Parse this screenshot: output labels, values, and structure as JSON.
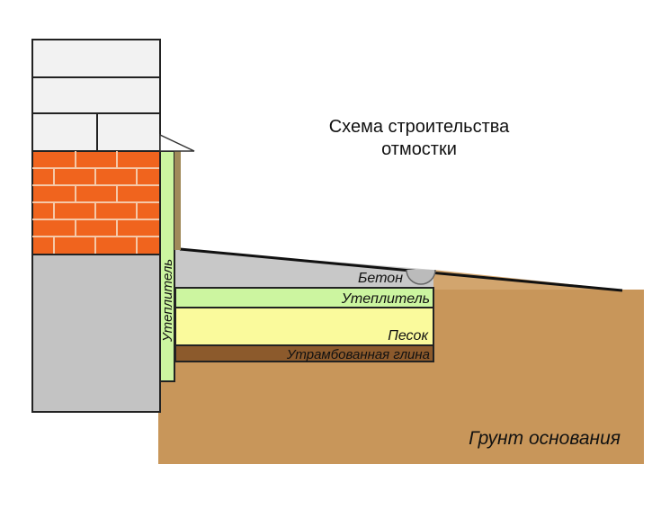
{
  "title_line1": "Схема строительства",
  "title_line2": "отмостки",
  "labels": {
    "concrete": "Бетон",
    "insulation_horizontal": "Утеплитель",
    "sand": "Песок",
    "clay": "Утрамбованная глина",
    "insulation_vertical": "Утеплитель",
    "ground": "Грунт основания"
  },
  "colors": {
    "brick": "#f0641e",
    "foundation": "#c3c3c3",
    "insulation": "#ccf5a0",
    "sand": "#fafa9c",
    "clay": "#8c5a2c",
    "ground": "#c8965a",
    "concrete": "#c8c8c8"
  }
}
